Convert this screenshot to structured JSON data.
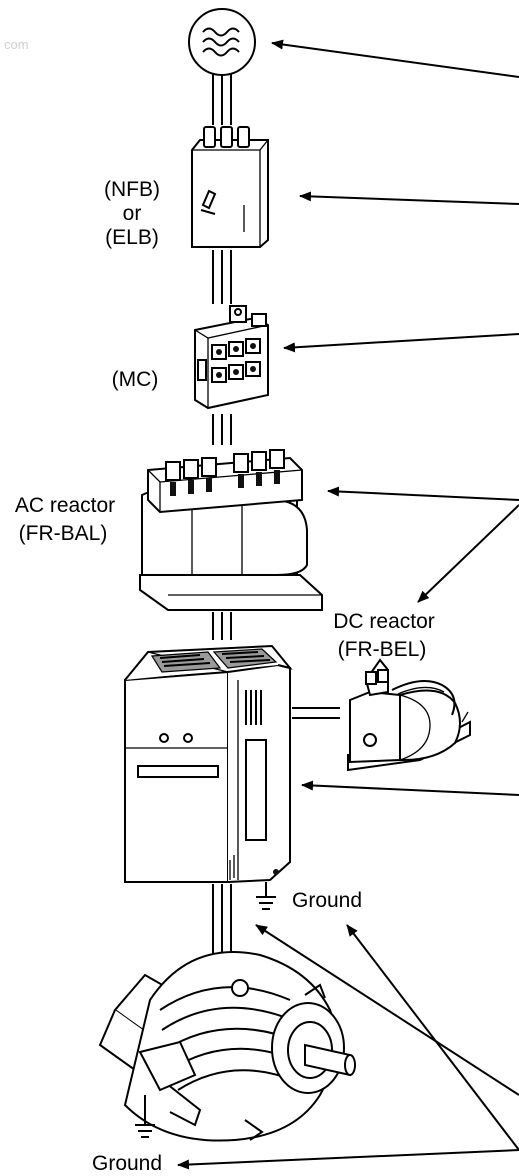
{
  "watermark": "com",
  "labels": {
    "nfb": "(NFB)",
    "or": "or",
    "elb": "(ELB)",
    "mc": "(MC)",
    "ac_reactor_line1": "AC reactor",
    "ac_reactor_line2": "(FR-BAL)",
    "dc_reactor_line1": "DC reactor",
    "dc_reactor_line2": "(FR-BEL)",
    "ground_inverter": "Ground",
    "ground_motor": "Ground"
  }
}
